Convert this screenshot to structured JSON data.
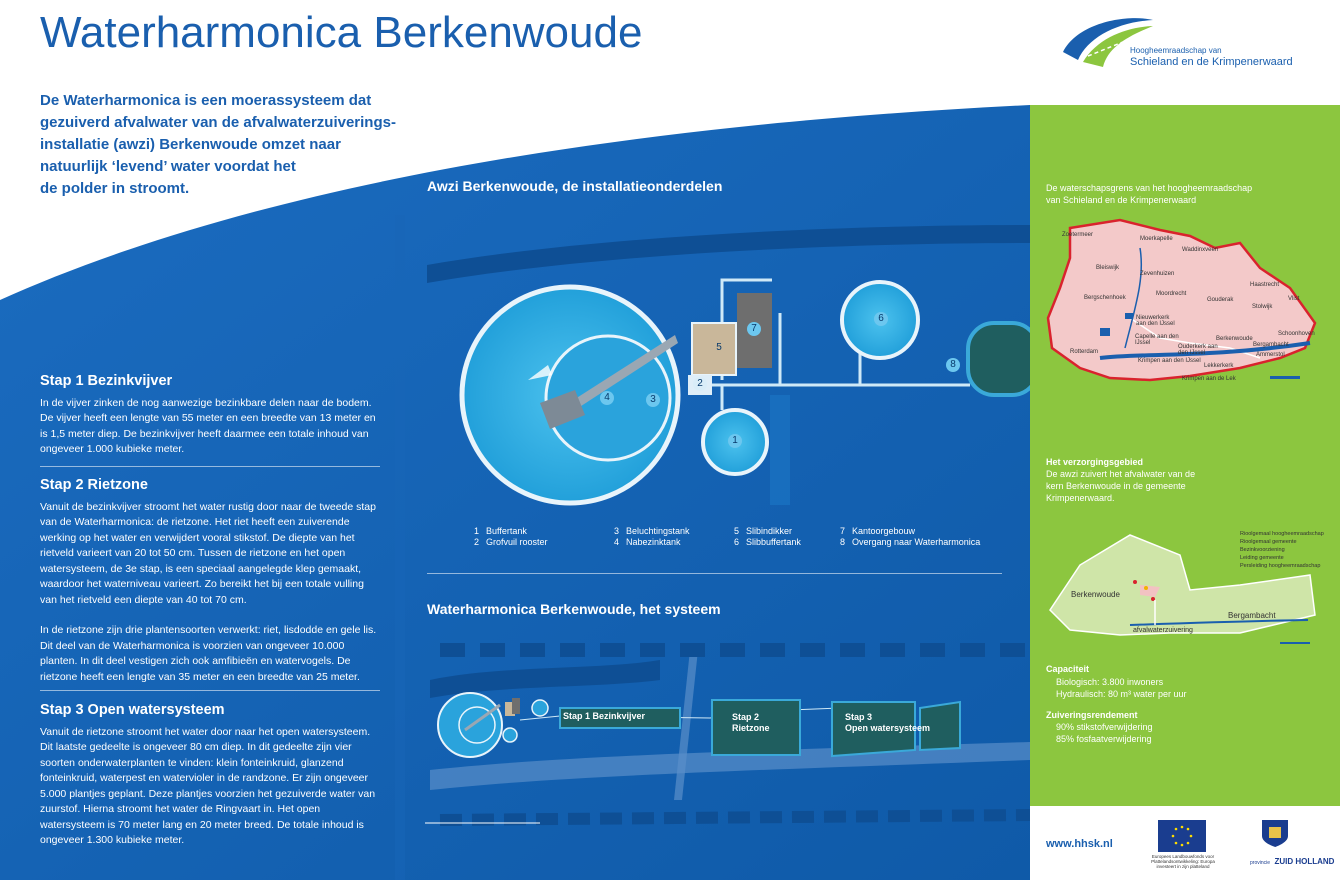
{
  "title": "Waterharmonica Berkenwoude",
  "logo": {
    "line1": "Hoogheemraadschap van",
    "line2": "Schieland en de Krimpenerwaard"
  },
  "intro": [
    "De Waterharmonica is een moerassysteem dat",
    "gezuiverd afvalwater van de afvalwaterzuiverings-",
    "installatie (awzi) Berkenwoude omzet naar",
    "natuurlijk ‘levend’ water voordat het",
    "de polder in stroomt."
  ],
  "steps": [
    {
      "heading": "Stap 1  Bezinkvijver",
      "paragraphs": [
        "In de vijver zinken de nog aanwezige bezinkbare delen naar de bodem. De vijver heeft een lengte van 55 meter en een breedte van 13 meter en is 1,5 meter diep. De bezinkvijver heeft daarmee een totale inhoud van ongeveer 1.000 kubieke meter."
      ]
    },
    {
      "heading": "Stap 2  Rietzone",
      "paragraphs": [
        "Vanuit de bezinkvijver stroomt het water rustig door naar de tweede stap van de Waterharmonica: de rietzone. Het riet heeft een zuiverende werking op het water en verwijdert vooral stikstof. De diepte van het rietveld varieert van 20 tot 50 cm. Tussen de rietzone en het open watersysteem, de 3e stap, is een speciaal aangelegde klep gemaakt, waardoor het waterniveau varieert. Zo bereikt het bij een totale vulling van het rietveld een diepte van 40 tot 70 cm.",
        "In de rietzone zijn drie plantensoorten verwerkt: riet, lisdodde en gele lis. Dit deel van de Waterharmonica is voorzien van ongeveer 10.000 planten. In dit deel vestigen zich ook amfibieën en watervogels. De rietzone heeft een lengte van 35 meter en een breedte van 25 meter."
      ]
    },
    {
      "heading": "Stap 3  Open watersysteem",
      "paragraphs": [
        "Vanuit de rietzone stroomt het water door naar het open watersysteem. Dit laatste gedeelte is ongeveer 80 cm diep. In dit gedeelte zijn vier soorten onderwaterplanten te vinden: klein fonteinkruid, glanzend fonteinkruid, waterpest en watervioler in de randzone. Er zijn ongeveer 5.000 plantjes geplant. Deze plantjes voorzien het gezuiverde water van zuurstof. Hierna stroomt het water de Ringvaart in. Het open watersysteem is 70 meter lang en 20 meter breed. De totale inhoud is ongeveer 1.300 kubieke meter."
      ]
    }
  ],
  "awzi": {
    "heading": "Awzi Berkenwoude, de installatieonderdelen",
    "markers": [
      "1",
      "2",
      "3",
      "4",
      "5",
      "6",
      "7",
      "8"
    ],
    "legend": [
      {
        "n": "1",
        "label": "Buffertank"
      },
      {
        "n": "2",
        "label": "Grofvuil rooster"
      },
      {
        "n": "3",
        "label": "Beluchtingstank"
      },
      {
        "n": "4",
        "label": "Nabezinktank"
      },
      {
        "n": "5",
        "label": "Slibindikker"
      },
      {
        "n": "6",
        "label": "Slibbuffertank"
      },
      {
        "n": "7",
        "label": "Kantoorgebouw"
      },
      {
        "n": "8",
        "label": "Overgang naar Waterharmonica"
      }
    ]
  },
  "system": {
    "heading": "Waterharmonica Berkenwoude, het systeem",
    "stap1": "Stap 1  Bezinkvijver",
    "stap2_a": "Stap 2",
    "stap2_b": "Rietzone",
    "stap3_a": "Stap 3",
    "stap3_b": "Open watersysteem"
  },
  "right": {
    "map_caption": "De waterschapsgrens van het hoogheemraadschap van Schieland en de Krimpenerwaard",
    "map_places": [
      "Zoetermeer",
      "Moerkapelle",
      "Waddinxveen",
      "Bleiswijk",
      "Zevenhuizen",
      "Bergschenhoek",
      "Moordrecht",
      "Gouderak",
      "Haastrecht",
      "Vlist",
      "Stolwijk",
      "Schoonhoven",
      "Bergambacht",
      "Ammerstol",
      "Berkenwoude",
      "Ouderkerk aan den IJssel",
      "Lekkerkerk",
      "Krimpen aan de Lek",
      "Nieuwerkerk aan den IJssel",
      "Capelle aan den IJssel",
      "Rotterdam",
      "Krimpen aan den IJssel"
    ],
    "verz_heading": "Het verzorgingsgebied",
    "verz_text": "De awzi zuivert het afvalwater van de kern Berkenwoude in de gemeente Krimpenerwaard.",
    "verz_legend": [
      "Rioolgemaal hoogheemraadschap",
      "Rioolgemaal gemeente",
      "Bezinkvoorziening",
      "Leiding gemeente",
      "Persleiding hoogheemraadschap"
    ],
    "verz_places": {
      "a": "Berkenwoude",
      "b": "Bergambacht",
      "c": "afvalwaterzuivering"
    },
    "cap_heading": "Capaciteit",
    "cap_lines": [
      "Biologisch: 3.800 inwoners",
      "Hydraulisch: 80 m³ water per uur"
    ],
    "rend_heading": "Zuiveringsrendement",
    "rend_lines": [
      "90% stikstofverwijdering",
      "85% fosfaatverwijdering"
    ],
    "website": "www.hhsk.nl",
    "eu_caption": "Europees Landbouwfonds voor Plattelandsontwikkeling: Europa investeert in zijn platteland",
    "zh_small": "provincie",
    "zh_big": "ZUID HOLLAND"
  },
  "colors": {
    "title_blue": "#1a5fae",
    "panel_blue": "#1363b3",
    "water": "#2fa6dd",
    "green": "#8cc63f",
    "dark_green": "#1f5e5f"
  }
}
